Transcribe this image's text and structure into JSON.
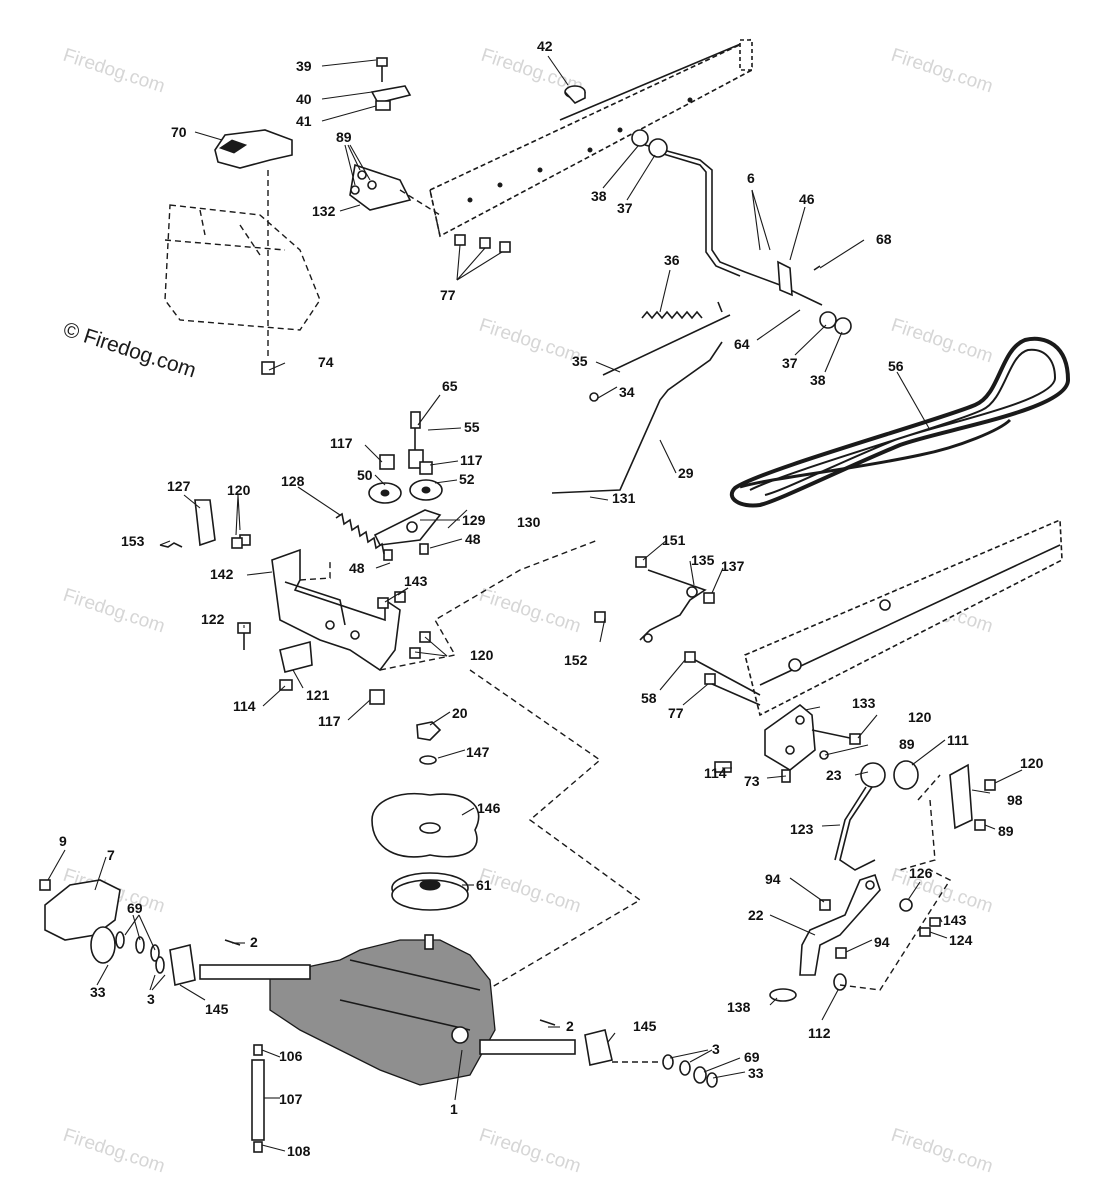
{
  "watermark": {
    "text": "Firedog.com",
    "main_text": "© Firedog.com"
  },
  "labels": {
    "p1": "1",
    "p2a": "2",
    "p2b": "2",
    "p3a": "3",
    "p3b": "3",
    "p6": "6",
    "p7": "7",
    "p9": "9",
    "p20": "20",
    "p22": "22",
    "p23": "23",
    "p29": "29",
    "p33a": "33",
    "p33b": "33",
    "p34": "34",
    "p35": "35",
    "p36": "36",
    "p37a": "37",
    "p37b": "37",
    "p38a": "38",
    "p38b": "38",
    "p39": "39",
    "p40": "40",
    "p41": "41",
    "p42": "42",
    "p46": "46",
    "p48a": "48",
    "p48b": "48",
    "p50": "50",
    "p52": "52",
    "p55": "55",
    "p56": "56",
    "p58": "58",
    "p61": "61",
    "p64": "64",
    "p65": "65",
    "p68": "68",
    "p69a": "69",
    "p69b": "69",
    "p70": "70",
    "p73": "73",
    "p74": "74",
    "p77a": "77",
    "p77b": "77",
    "p89a": "89",
    "p89b": "89",
    "p89c": "89",
    "p94a": "94",
    "p94b": "94",
    "p98": "98",
    "p106": "106",
    "p107": "107",
    "p108": "108",
    "p111": "111",
    "p112": "112",
    "p114a": "114",
    "p114b": "114",
    "p117a": "117",
    "p117b": "117",
    "p117c": "117",
    "p120a": "120",
    "p120b": "120",
    "p120c": "120",
    "p120d": "120",
    "p121": "121",
    "p122": "122",
    "p123": "123",
    "p124": "124",
    "p126": "126",
    "p127": "127",
    "p128": "128",
    "p129": "129",
    "p130": "130",
    "p131": "131",
    "p132": "132",
    "p133": "133",
    "p135": "135",
    "p137": "137",
    "p138": "138",
    "p142": "142",
    "p143a": "143",
    "p143b": "143",
    "p145a": "145",
    "p145b": "145",
    "p146": "146",
    "p147": "147",
    "p151": "151",
    "p152": "152",
    "p153": "153"
  }
}
